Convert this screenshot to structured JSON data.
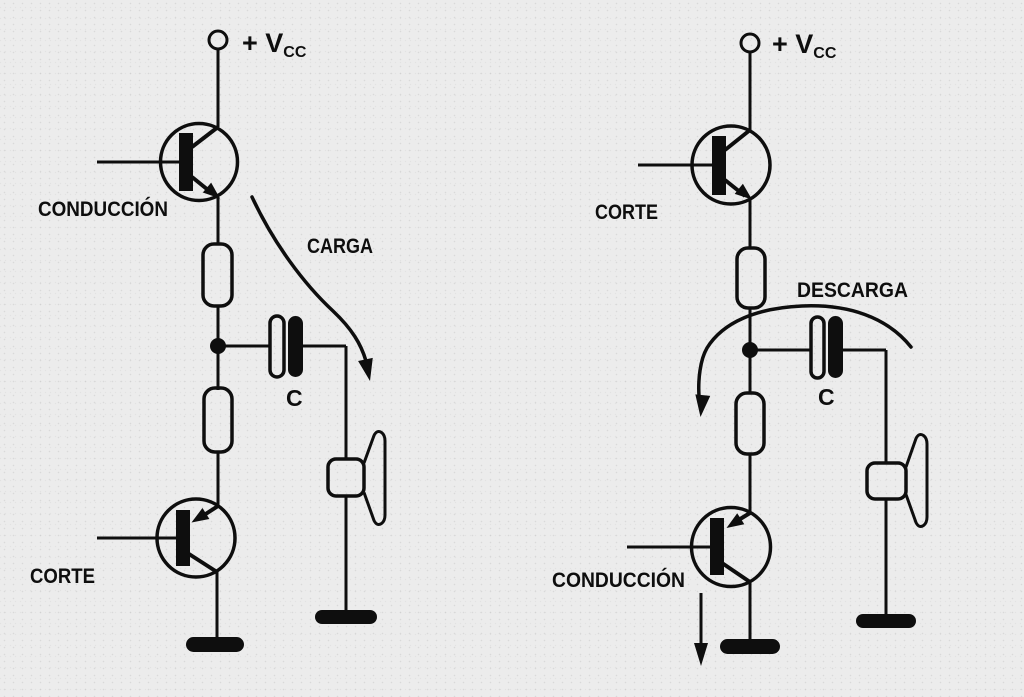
{
  "figure": {
    "background_color": "#ececec",
    "ink_color": "#0e0e0e",
    "description": "Two complementary push-pull transistor output stages showing capacitor charge and discharge through a loudspeaker"
  },
  "circuits": [
    {
      "supply": "+ V",
      "supply_sub": "CC",
      "top_state": "CONDUCCIÓN",
      "bottom_state": "CORTE",
      "flow_label": "CARGA",
      "cap_label": "C"
    },
    {
      "supply": "+ V",
      "supply_sub": "CC",
      "top_state": "CORTE",
      "bottom_state": "CONDUCCIÓN",
      "flow_label": "DESCARGA",
      "cap_label": "C"
    }
  ]
}
